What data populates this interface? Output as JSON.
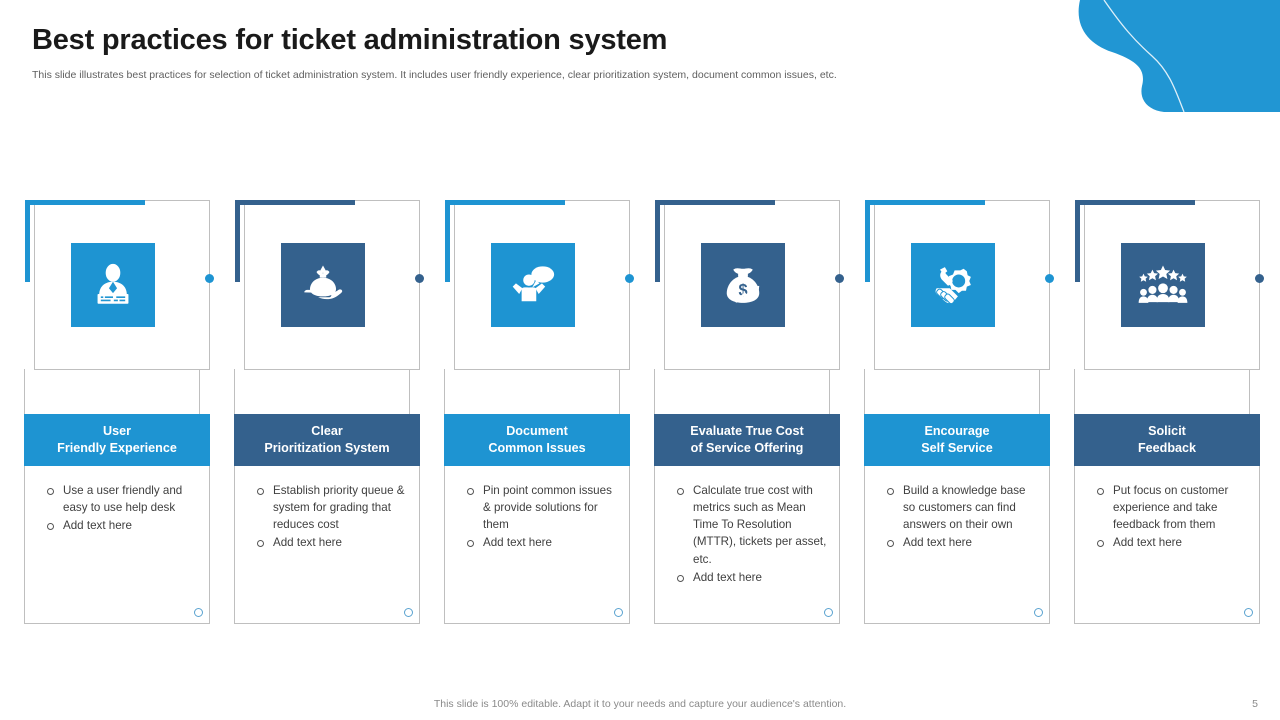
{
  "theme": {
    "blue": "#1E94D2",
    "navy": "#34618D",
    "frame_gray": "#bfbfbf",
    "title_color": "#1a1a1a",
    "body_color": "#404040",
    "footer_color": "#8a8a8a"
  },
  "header": {
    "title": "Best practices for ticket administration system",
    "subtitle": "This slide illustrates best practices for selection of ticket administration system. It includes user friendly experience, clear prioritization system, document common issues, etc."
  },
  "decoration": {
    "blob_name": "blue-organic-blob",
    "blob_color": "#2196D3"
  },
  "columns": [
    {
      "icon": "support-agent-icon",
      "accent": "#1E94D2",
      "title_line1": "User",
      "title_line2": "Friendly Experience",
      "bullets": [
        "Use a user friendly and easy to use help desk",
        "Add text here"
      ]
    },
    {
      "icon": "hand-holding-money-bag-icon",
      "accent": "#34618D",
      "title_line1": "Clear",
      "title_line2": "Prioritization System",
      "bullets": [
        "Establish priority queue & system for grading that reduces cost",
        "Add text here"
      ]
    },
    {
      "icon": "person-speech-bubble-icon",
      "accent": "#1E94D2",
      "title_line1": "Document",
      "title_line2": "Common Issues",
      "bullets": [
        "Pin point common issues & provide solutions for them",
        "Add text here"
      ]
    },
    {
      "icon": "money-bag-growth-arrow-icon",
      "accent": "#34618D",
      "title_line1": "Evaluate True Cost",
      "title_line2": "of Service Offering",
      "bullets": [
        "Calculate true cost with metrics such as Mean Time To Resolution (MTTR), tickets per asset, etc.",
        "Add text here"
      ]
    },
    {
      "icon": "hand-wrench-gear-icon",
      "accent": "#1E94D2",
      "title_line1": "Encourage",
      "title_line2": "Self Service",
      "bullets": [
        "Build a knowledge base so customers can find answers on their own",
        "Add text here"
      ]
    },
    {
      "icon": "stars-people-rating-icon",
      "accent": "#34618D",
      "title_line1": "Solicit",
      "title_line2": "Feedback",
      "bullets": [
        "Put focus on customer experience and take feedback from them",
        "Add text here"
      ]
    }
  ],
  "footer": {
    "note": "This slide is 100% editable. Adapt it to your needs and capture your audience's attention.",
    "page_number": "5"
  }
}
